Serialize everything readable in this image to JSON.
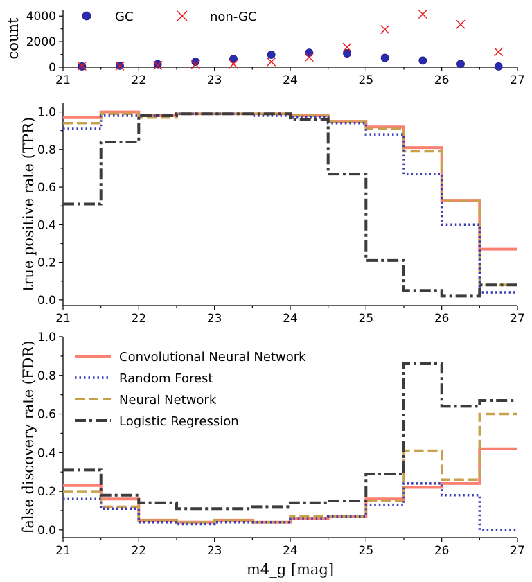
{
  "chart_data": [
    {
      "type": "scatter",
      "panel": "counts",
      "xlabel": "",
      "ylabel": "count",
      "xlim": [
        21,
        27
      ],
      "ylim": [
        0,
        4500
      ],
      "xticks": [
        21,
        22,
        23,
        24,
        25,
        26,
        27
      ],
      "yticks": [
        0,
        2000,
        4000
      ],
      "legend_position": "top-left",
      "series": [
        {
          "name": "GC",
          "marker": "circle",
          "color": "#2b2bb0",
          "x": [
            21.25,
            21.75,
            22.25,
            22.75,
            23.25,
            23.75,
            24.25,
            24.75,
            25.25,
            25.75,
            26.25,
            26.75
          ],
          "y": [
            60,
            120,
            240,
            430,
            650,
            980,
            1130,
            1080,
            730,
            520,
            260,
            60
          ]
        },
        {
          "name": "non-GC",
          "marker": "x",
          "color": "#e8191b",
          "x": [
            21.25,
            21.75,
            22.25,
            22.75,
            23.25,
            23.75,
            24.25,
            24.75,
            25.25,
            25.75,
            26.25,
            26.75
          ],
          "y": [
            90,
            90,
            140,
            220,
            260,
            420,
            780,
            1550,
            2950,
            4150,
            3350,
            1200
          ]
        }
      ]
    },
    {
      "type": "line",
      "panel": "tpr",
      "step": "post",
      "xlabel": "",
      "ylabel": "true positive rate (TPR)",
      "xlim": [
        21,
        27
      ],
      "ylim": [
        -0.03,
        1.05
      ],
      "xticks": [
        21,
        22,
        23,
        24,
        25,
        26,
        27
      ],
      "yticks": [
        0.0,
        0.2,
        0.4,
        0.6,
        0.8,
        1.0
      ],
      "x_edges": [
        21,
        21.5,
        22,
        22.5,
        23,
        23.5,
        24,
        24.5,
        25,
        25.5,
        26,
        26.5,
        27
      ],
      "series": [
        {
          "name": "Convolutional Neural Network",
          "values": [
            0.97,
            1.0,
            0.98,
            0.99,
            0.99,
            0.99,
            0.98,
            0.95,
            0.92,
            0.81,
            0.53,
            0.27
          ]
        },
        {
          "name": "Random Forest",
          "values": [
            0.91,
            0.98,
            0.98,
            0.99,
            0.99,
            0.98,
            0.97,
            0.94,
            0.88,
            0.67,
            0.4,
            0.04
          ]
        },
        {
          "name": "Neural Network",
          "values": [
            0.94,
            0.99,
            0.97,
            0.99,
            0.99,
            0.99,
            0.98,
            0.95,
            0.91,
            0.79,
            0.53,
            0.08
          ]
        },
        {
          "name": "Logistic Regression",
          "values": [
            0.51,
            0.84,
            0.98,
            0.99,
            0.99,
            0.99,
            0.96,
            0.67,
            0.21,
            0.05,
            0.02,
            0.08
          ]
        }
      ]
    },
    {
      "type": "line",
      "panel": "fdr",
      "step": "post",
      "xlabel": "m4_g [mag]",
      "ylabel": "false discovery rate (FDR)",
      "xlim": [
        21,
        27
      ],
      "ylim": [
        -0.04,
        1.0
      ],
      "xticks": [
        21,
        22,
        23,
        24,
        25,
        26,
        27
      ],
      "yticks": [
        0.0,
        0.2,
        0.4,
        0.6,
        0.8,
        1.0
      ],
      "legend_position": "upper-left",
      "x_edges": [
        21,
        21.5,
        22,
        22.5,
        23,
        23.5,
        24,
        24.5,
        25,
        25.5,
        26,
        26.5,
        27
      ],
      "series": [
        {
          "name": "Convolutional Neural Network",
          "values": [
            0.23,
            0.16,
            0.05,
            0.04,
            0.05,
            0.04,
            0.06,
            0.07,
            0.16,
            0.22,
            0.24,
            0.42
          ]
        },
        {
          "name": "Random Forest",
          "values": [
            0.16,
            0.11,
            0.04,
            0.03,
            0.04,
            0.04,
            0.06,
            0.07,
            0.13,
            0.24,
            0.18,
            0.0
          ]
        },
        {
          "name": "Neural Network",
          "values": [
            0.2,
            0.12,
            0.05,
            0.04,
            0.05,
            0.04,
            0.07,
            0.07,
            0.15,
            0.41,
            0.26,
            0.6
          ]
        },
        {
          "name": "Logistic Regression",
          "values": [
            0.31,
            0.18,
            0.14,
            0.11,
            0.11,
            0.12,
            0.14,
            0.15,
            0.29,
            0.86,
            0.64,
            0.67
          ]
        }
      ]
    }
  ],
  "styles": {
    "Convolutional Neural Network": {
      "color": "#fa8072",
      "dash": "",
      "width": 4
    },
    "Random Forest": {
      "color": "#3a3ab8",
      "dash": "2.5 4",
      "width": 3.5
    },
    "Neural Network": {
      "color": "#c8a14c",
      "dash": "14 6",
      "width": 3.5
    },
    "Logistic Regression": {
      "color": "#3c3c3c",
      "dash": "16 5 4 5",
      "width": 4
    }
  }
}
